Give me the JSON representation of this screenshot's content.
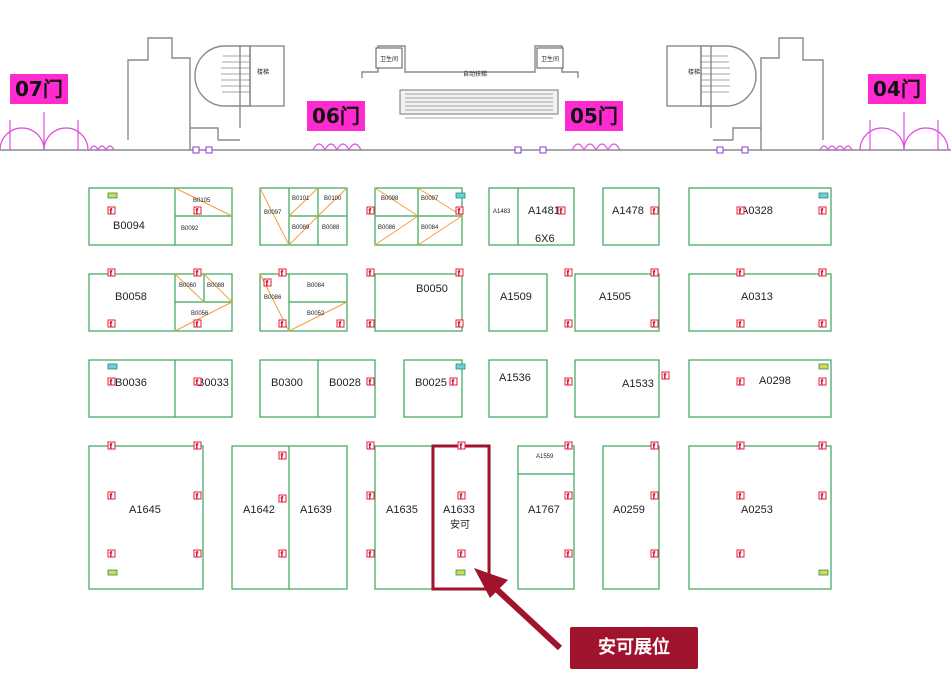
{
  "doors": [
    {
      "id": "07",
      "label": "07门"
    },
    {
      "id": "06",
      "label": "06门"
    },
    {
      "id": "05",
      "label": "05门"
    },
    {
      "id": "04",
      "label": "04门"
    }
  ],
  "facility_labels": {
    "escalator": "自动扶梯",
    "stairs": "楼梯",
    "toilet": "卫生间"
  },
  "booths": {
    "B0094": "B0094",
    "B0105": "B0105",
    "B0092": "B0092",
    "B0097a": "B0097",
    "B0101": "B0101",
    "B0100": "B0100",
    "B0089": "B0089",
    "B0088a": "B0088",
    "B0098": "B0098",
    "B0097b": "B0097",
    "B0086": "B0086",
    "B0084a": "B0084",
    "A1483": "A1483",
    "A1481": "A1481",
    "A1481_size": "6X6",
    "A1478": "A1478",
    "A0328": "A0328",
    "B0058": "B0058",
    "B0060": "B0060",
    "B0088b": "B0088",
    "B0056": "B0056",
    "B0086b": "B0086",
    "B0084b": "B0084",
    "B0052": "B0052",
    "B0050": "B0050",
    "A1509": "A1509",
    "A1505": "A1505",
    "A0313": "A0313",
    "B0036": "B0036",
    "B0033": "B0033",
    "B0300": "B0300",
    "B0028": "B0028",
    "B0025": "B0025",
    "A1536": "A1536",
    "A1533": "A1533",
    "A0298": "A0298",
    "A1645": "A1645",
    "A1642": "A1642",
    "A1639": "A1639",
    "A1635": "A1635",
    "A1633": "A1633",
    "A1633_name": "安可",
    "A1559": "A1559",
    "A1767": "A1767",
    "A0259": "A0259",
    "A0253": "A0253"
  },
  "highlight": {
    "booth": "A1633",
    "callout": "安可展位",
    "color": "#a0132d"
  },
  "colors": {
    "booth_border": "#3aa55a",
    "door_tag": "#ff2bd0",
    "door_arc": "#e050e0",
    "wall": "#8a8a8a",
    "fire_marker": "#e0203a",
    "partition": "#f0a040"
  }
}
